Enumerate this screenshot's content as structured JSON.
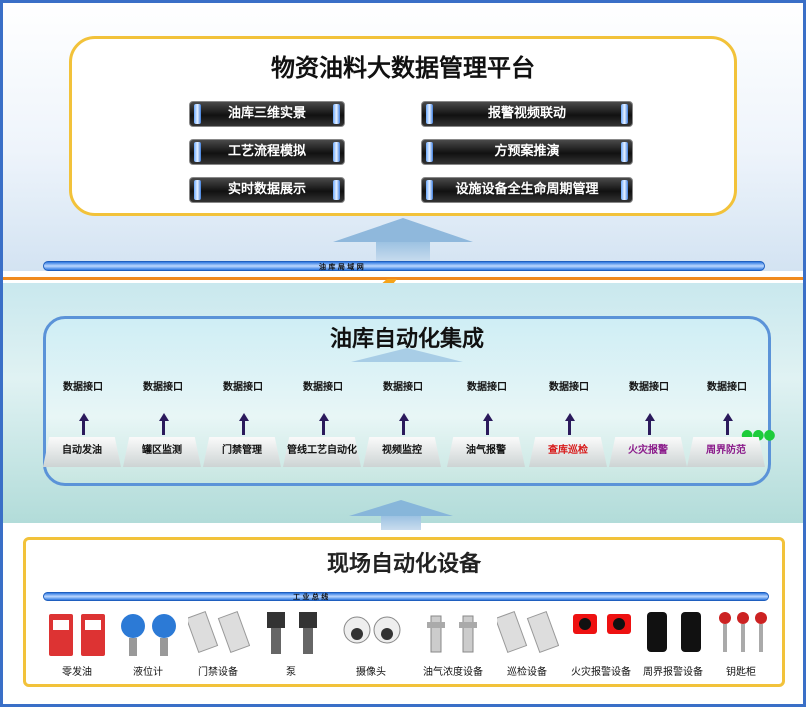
{
  "platform": {
    "title": "物资油料大数据管理平台",
    "left_buttons": [
      "油库三维实景",
      "工艺流程模拟",
      "实时数据展示"
    ],
    "right_buttons": [
      "报警视频联动",
      "方预案推演",
      "设施设备全生命周期管理"
    ]
  },
  "network": {
    "depot_lan": "油 库 局 域 网",
    "industrial_bus": "工 业 总 线"
  },
  "integration": {
    "title": "油库自动化集成",
    "interfaces": [
      "数据接口",
      "数据接口",
      "数据接口",
      "数据接口",
      "数据接口",
      "数据接口",
      "数据接口",
      "数据接口",
      "数据接口"
    ],
    "subsystems": [
      {
        "label": "自动发油",
        "color": "#111111"
      },
      {
        "label": "罐区监测",
        "color": "#111111"
      },
      {
        "label": "门禁管理",
        "color": "#111111"
      },
      {
        "label": "管线工艺自动化",
        "color": "#111111"
      },
      {
        "label": "视频监控",
        "color": "#111111"
      },
      {
        "label": "油气报警",
        "color": "#111111"
      },
      {
        "label": "查库巡检",
        "color": "#d81b1b"
      },
      {
        "label": "火灾报警",
        "color": "#8a1a8a"
      },
      {
        "label": "周界防范",
        "color": "#8a1a8a"
      }
    ]
  },
  "field": {
    "title": "现场自动化设备",
    "devices": [
      "零发油",
      "液位计",
      "门禁设备",
      "泵",
      "摄像头",
      "油气浓度设备",
      "巡检设备",
      "火灾报警设备",
      "周界报警设备",
      "钥匙柜"
    ]
  }
}
